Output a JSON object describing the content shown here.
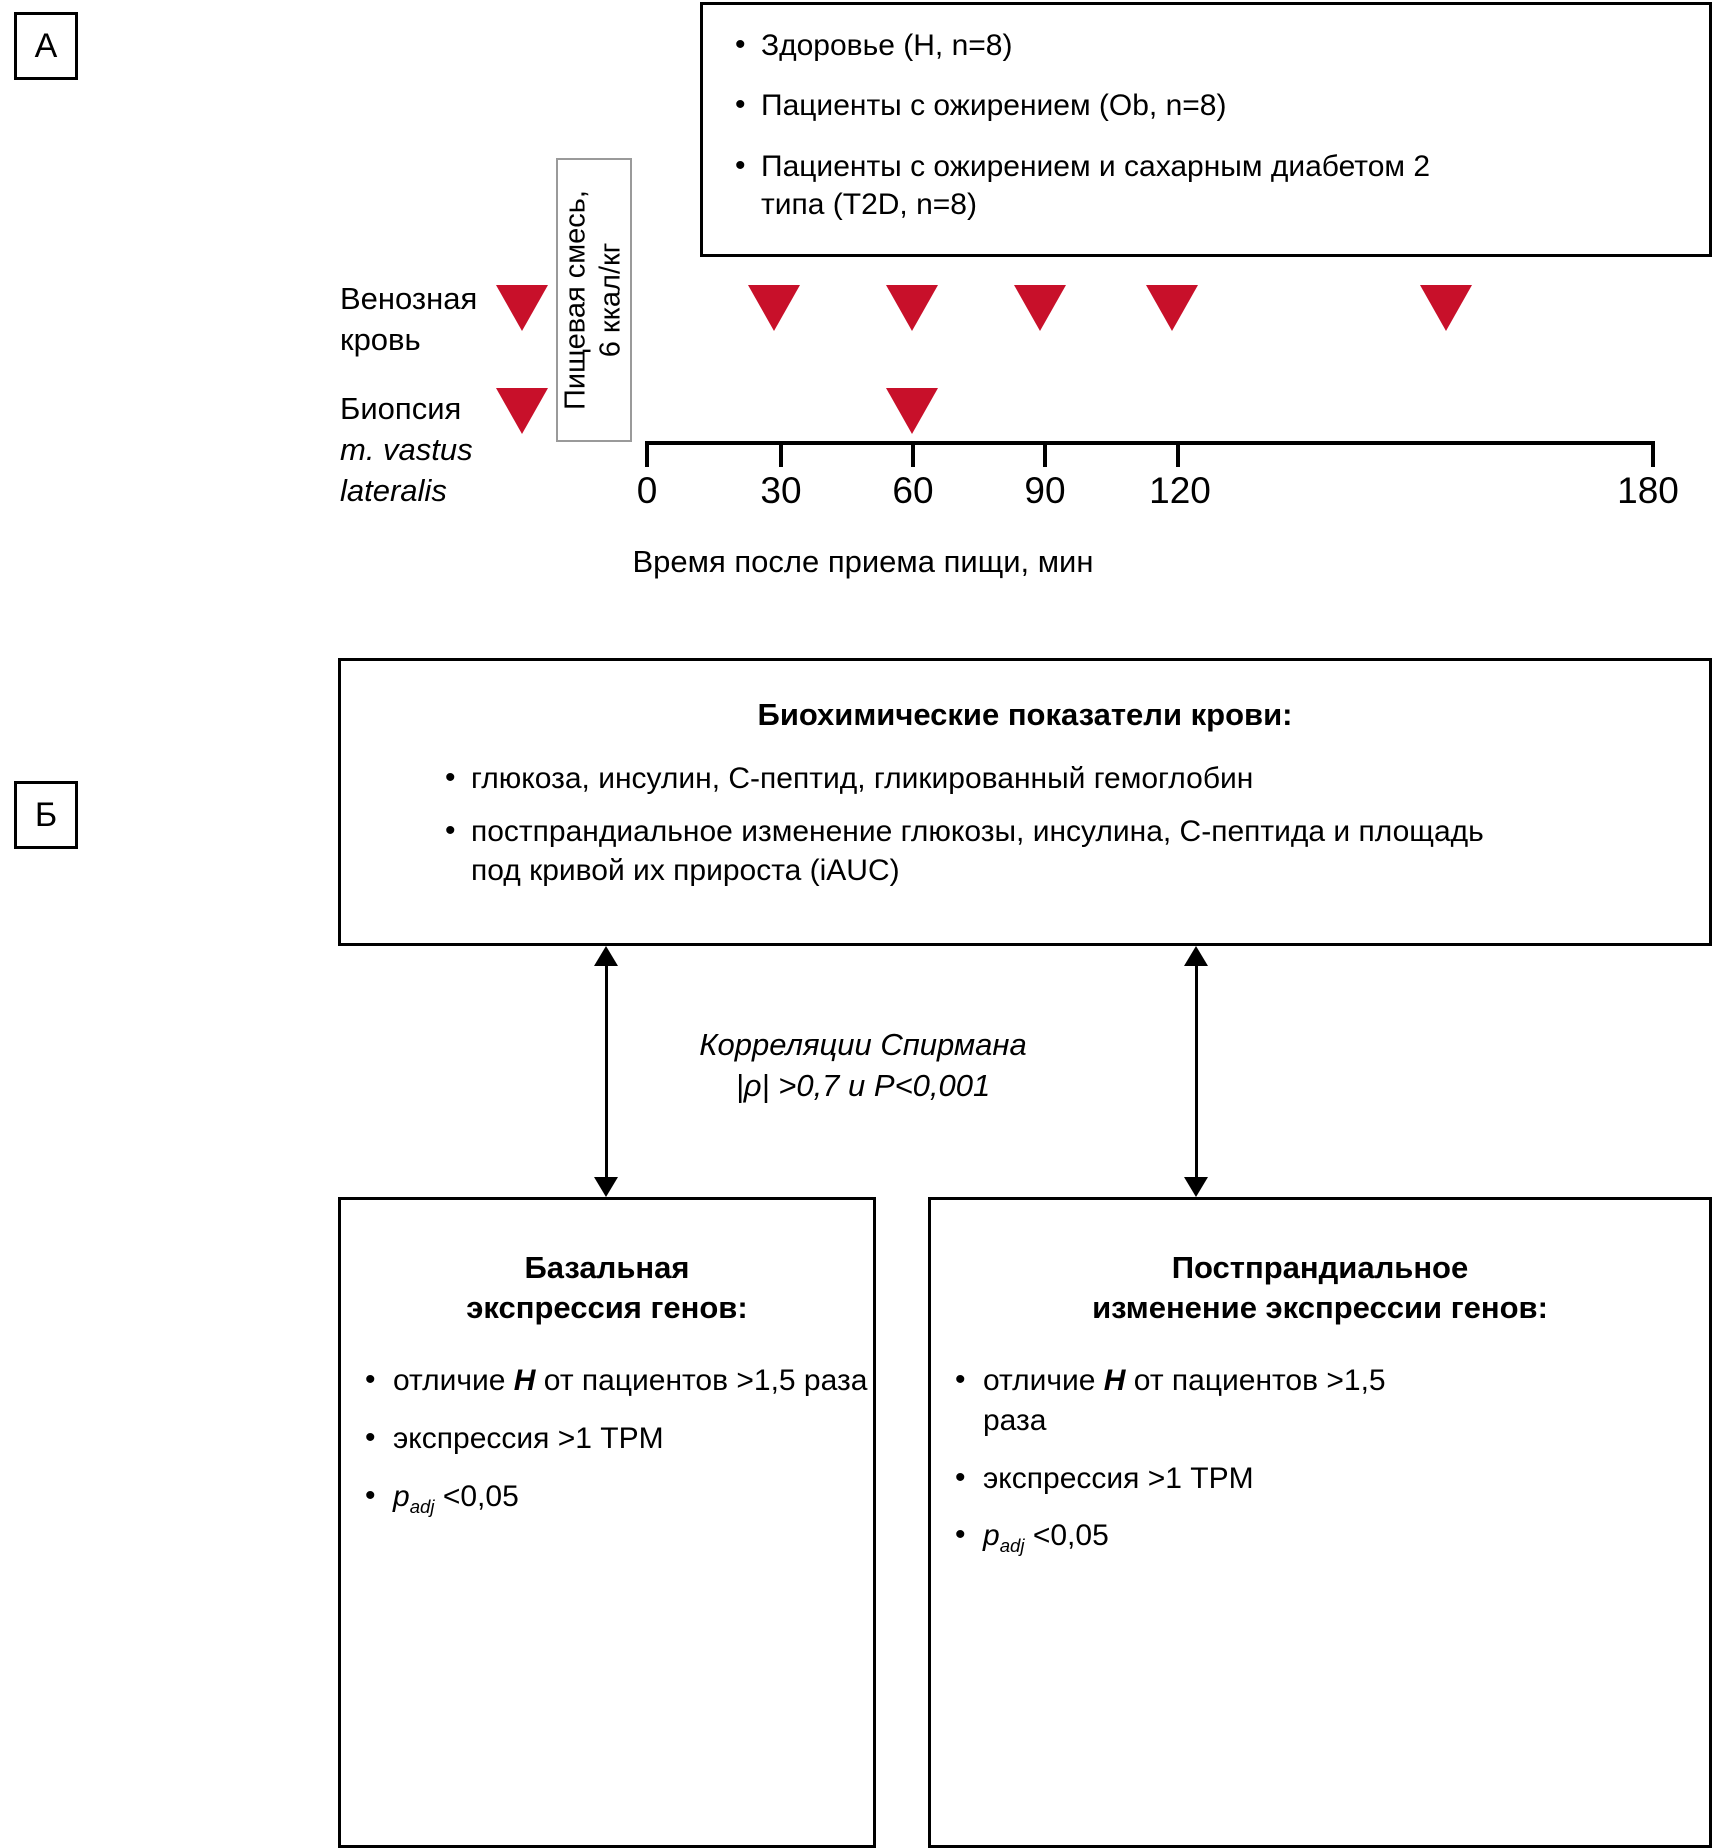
{
  "colors": {
    "red": "#C8102A",
    "line": "#000000",
    "meal_box_border": "#9a9a9a"
  },
  "panel_a": {
    "letter": "А",
    "legend": {
      "bullet_glyph": "•",
      "items": [
        "Здоровье (H, n=8)",
        "Пациенты с ожирением (Ob, n=8)",
        "Пациенты с ожирением и сахарным диабетом 2 типа (T2D, n=8)"
      ]
    },
    "meal_box": {
      "line1": "Пищевая смесь,",
      "line2": "6 ккал/кг"
    },
    "rows": {
      "blood": "Венозная кровь",
      "biopsy_label": "Биопсия",
      "biopsy_muscle": "m. vastus lateralis"
    },
    "axis": {
      "title": "Время после приема пищи, мин",
      "ticks": [
        "0",
        "30",
        "60",
        "90",
        "120",
        "180"
      ]
    },
    "markers": {
      "blood_times": [
        "baseline",
        "30",
        "60",
        "90",
        "120",
        "180"
      ],
      "biopsy_times": [
        "baseline",
        "60"
      ]
    }
  },
  "panel_b": {
    "letter": "Б",
    "blood_chem": {
      "title": "Биохимические показатели крови:",
      "bullet_glyph": "•",
      "items": [
        "глюкоза, инсулин, С-пептид, гликированный гемоглобин",
        "постпрандиальное изменение глюкозы, инсулина, С-пептида и площадь под кривой их прироста (iAUC)"
      ]
    },
    "correlation": {
      "line1": "Корреляции Спирмана",
      "line2": "|ρ| >0,7 и P<0,001"
    },
    "basal": {
      "title_line1": "Базальная",
      "title_line2": "экспрессия генов:",
      "bullet_glyph": "•",
      "items": [
        {
          "pre": "отличие ",
          "em": "H",
          "post": " от пациентов >1,5 раза"
        },
        {
          "pre": "экспрессия >1 TPM",
          "em": "",
          "post": ""
        },
        {
          "pre": "",
          "em": "",
          "post": "",
          "math": "p",
          "sub": "adj",
          "tail": " <0,05"
        }
      ]
    },
    "postprandial": {
      "title_line1": "Постпрандиальное",
      "title_line2": "изменение экспрессии генов:",
      "bullet_glyph": "•",
      "items": [
        {
          "pre": "отличие ",
          "em": "H",
          "post": " от пациентов >1,5 раза"
        },
        {
          "pre": "экспрессия >1 TPM",
          "em": "",
          "post": ""
        },
        {
          "pre": "",
          "em": "",
          "post": "",
          "math": "p",
          "sub": "adj",
          "tail": " <0,05"
        }
      ]
    }
  }
}
